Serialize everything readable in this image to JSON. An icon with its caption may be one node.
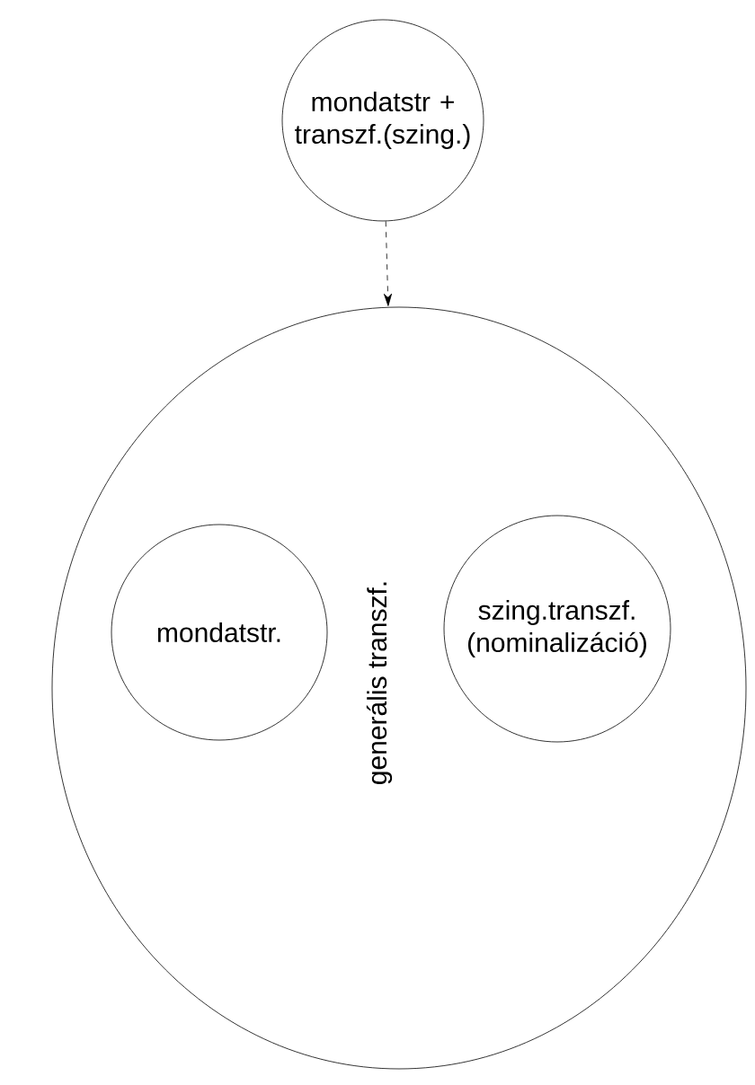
{
  "diagram": {
    "nodes": [
      {
        "text": [
          "mondatstr + transzf.(szing.)"
        ]
      },
      {
        "text": [
          "generális transzf."
        ]
      },
      {
        "text": [
          "mondatstr."
        ],
        "in": 1
      },
      {
        "text": [
          "szing.transzf. (nominalizáció)"
        ],
        "in": 1
      }
    ],
    "edges": [
      {
        "from": 0,
        "to": 1,
        "arrow": "to",
        "style": "dashed"
      }
    ]
  }
}
